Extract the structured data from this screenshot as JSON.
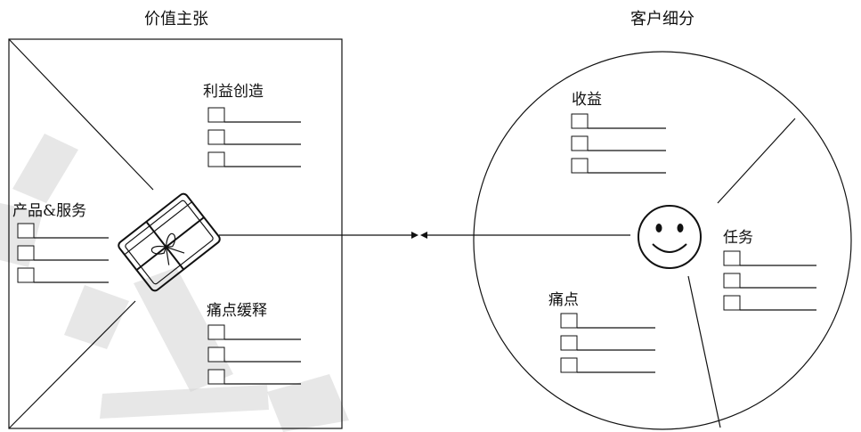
{
  "value_map": {
    "title": "价值主张",
    "gain_creators": "利益创造",
    "products_services": "产品&服务",
    "pain_relievers": "痛点缓释"
  },
  "customer_profile": {
    "title": "客户细分",
    "gains": "收益",
    "jobs": "任务",
    "pains": "痛点"
  },
  "icons": {
    "gift": "gift-box-icon",
    "customer": "smiley-face-icon"
  }
}
